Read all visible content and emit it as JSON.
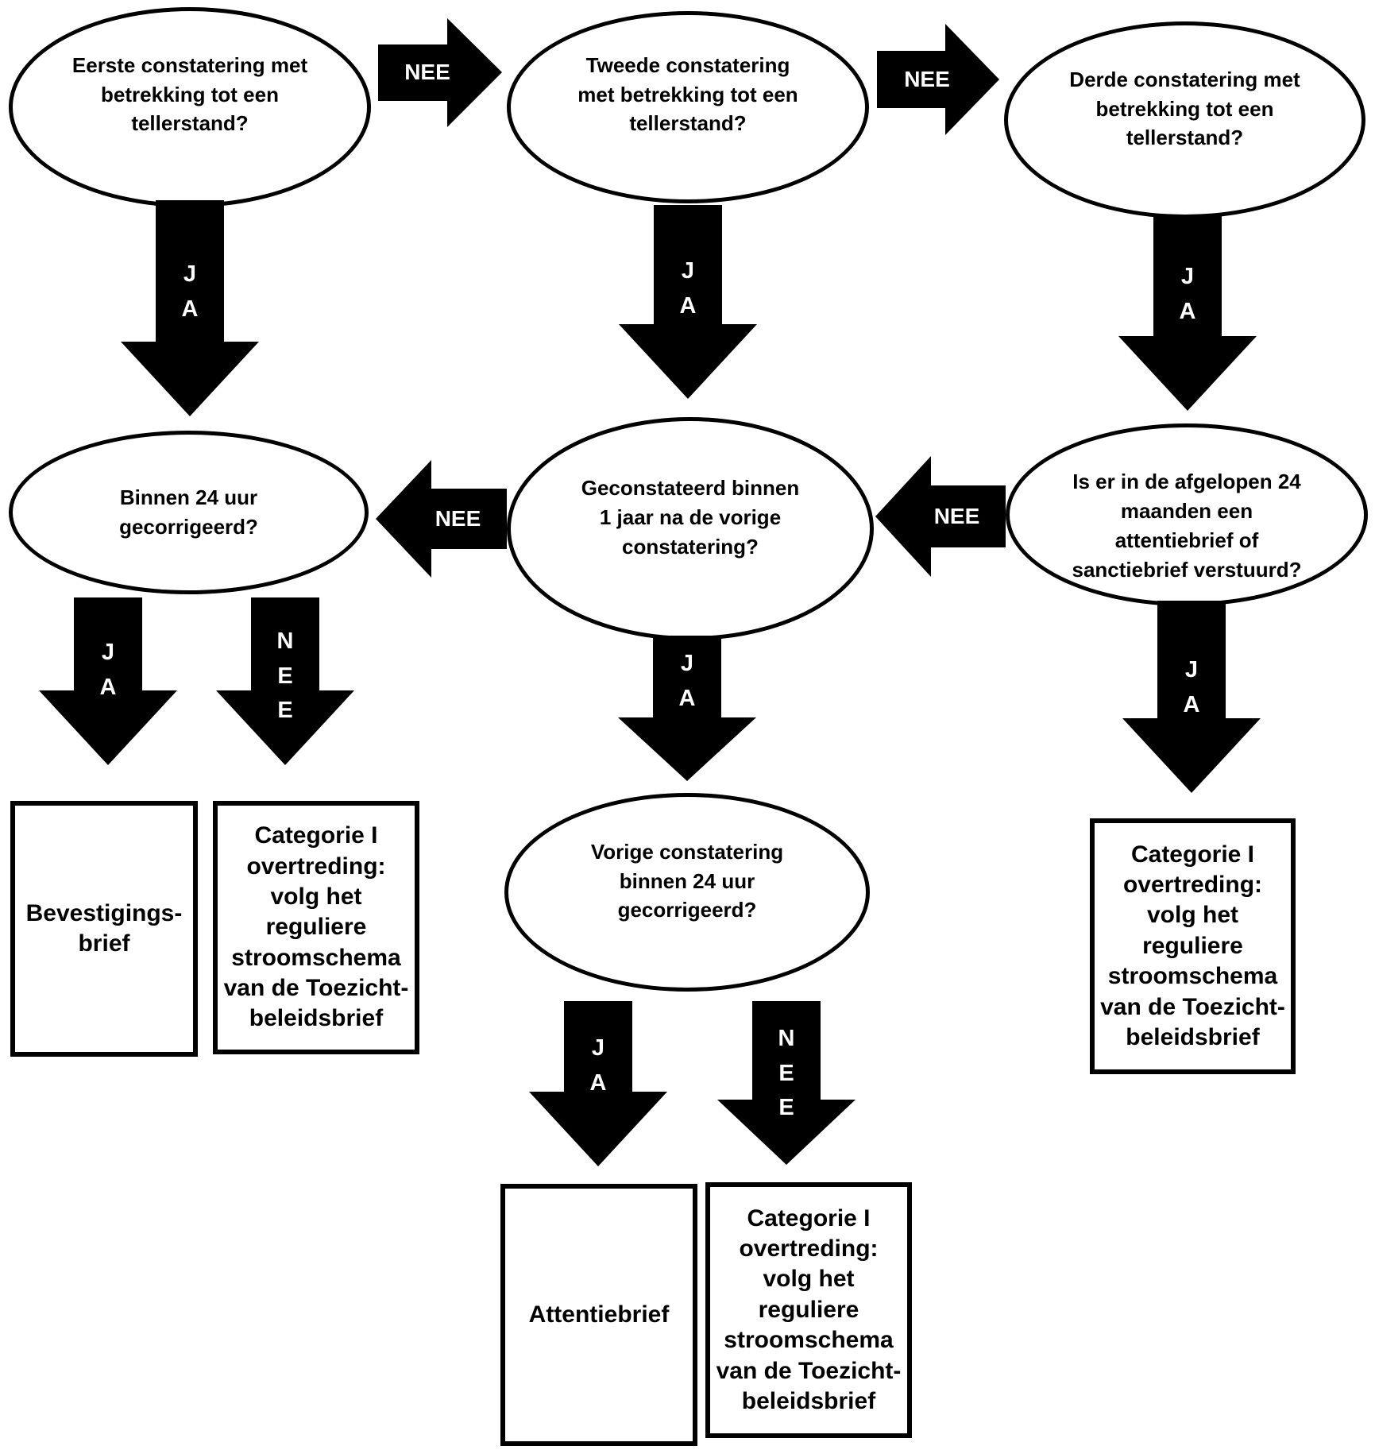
{
  "colors": {
    "background": "#ffffff",
    "shape": "#000000",
    "arrow_label_text": "#ffffff"
  },
  "nodes": {
    "e1": {
      "shape": "ellipse",
      "text": "Eerste constatering met\nbetrekking tot een\ntellerstand?"
    },
    "e2": {
      "shape": "ellipse",
      "text": "Tweede constatering\nmet betrekking tot een\ntellerstand?"
    },
    "e3": {
      "shape": "ellipse",
      "text": "Derde constatering met\nbetrekking tot een\ntellerstand?"
    },
    "e4": {
      "shape": "ellipse",
      "text": "Binnen 24 uur\ngecorrigeerd?"
    },
    "e5": {
      "shape": "ellipse",
      "text": "Geconstateerd binnen\n1 jaar na de vorige\nconstatering?"
    },
    "e6": {
      "shape": "ellipse",
      "text": "Is er in de afgelopen 24\nmaanden een\nattentiebrief of\nsanctiebrief verstuurd?"
    },
    "e7": {
      "shape": "ellipse",
      "text": "Vorige constatering\nbinnen 24 uur\ngecorrigeerd?"
    },
    "b1": {
      "shape": "rect",
      "text": "Bevestigings-\nbrief"
    },
    "b2": {
      "shape": "rect",
      "text": "Categorie I\novertreding:\nvolg het\nreguliere\nstroomschema\nvan de Toezicht-\nbeleidsbrief"
    },
    "b3": {
      "shape": "rect",
      "text": "Attentiebrief"
    },
    "b4": {
      "shape": "rect",
      "text": "Categorie I\novertreding:\nvolg het\nreguliere\nstroomschema\nvan de Toezicht-\nbeleidsbrief"
    },
    "b5": {
      "shape": "rect",
      "text": "Categorie I\novertreding:\nvolg het\nreguliere\nstroomschema\nvan de Toezicht-\nbeleidsbrief"
    }
  },
  "edges": [
    {
      "from": "e1",
      "to": "e2",
      "label": "NEE",
      "direction": "right"
    },
    {
      "from": "e2",
      "to": "e3",
      "label": "NEE",
      "direction": "right"
    },
    {
      "from": "e1",
      "to": "e4",
      "label": "JA",
      "direction": "down"
    },
    {
      "from": "e2",
      "to": "e5",
      "label": "JA",
      "direction": "down"
    },
    {
      "from": "e3",
      "to": "e6",
      "label": "JA",
      "direction": "down"
    },
    {
      "from": "e5",
      "to": "e4",
      "label": "NEE",
      "direction": "left"
    },
    {
      "from": "e6",
      "to": "e5",
      "label": "NEE",
      "direction": "left"
    },
    {
      "from": "e4",
      "to": "b1",
      "label": "JA",
      "direction": "down"
    },
    {
      "from": "e4",
      "to": "b2",
      "label": "NEE",
      "direction": "down"
    },
    {
      "from": "e5",
      "to": "e7",
      "label": "JA",
      "direction": "down"
    },
    {
      "from": "e6",
      "to": "b5",
      "label": "JA",
      "direction": "down"
    },
    {
      "from": "e7",
      "to": "b3",
      "label": "JA",
      "direction": "down"
    },
    {
      "from": "e7",
      "to": "b4",
      "label": "NEE",
      "direction": "down"
    }
  ]
}
